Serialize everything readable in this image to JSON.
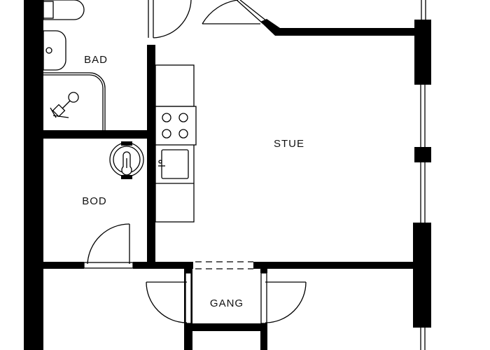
{
  "rooms": {
    "bad": "BAD",
    "stue": "STUE",
    "bod": "BOD",
    "gang": "GANG"
  },
  "colors": {
    "wall": "#000000",
    "background": "#ffffff"
  },
  "icons": [
    "toilet-icon",
    "sink-icon",
    "shower-icon",
    "stove-icon",
    "kitchen-sink-icon",
    "water-heater-icon"
  ]
}
